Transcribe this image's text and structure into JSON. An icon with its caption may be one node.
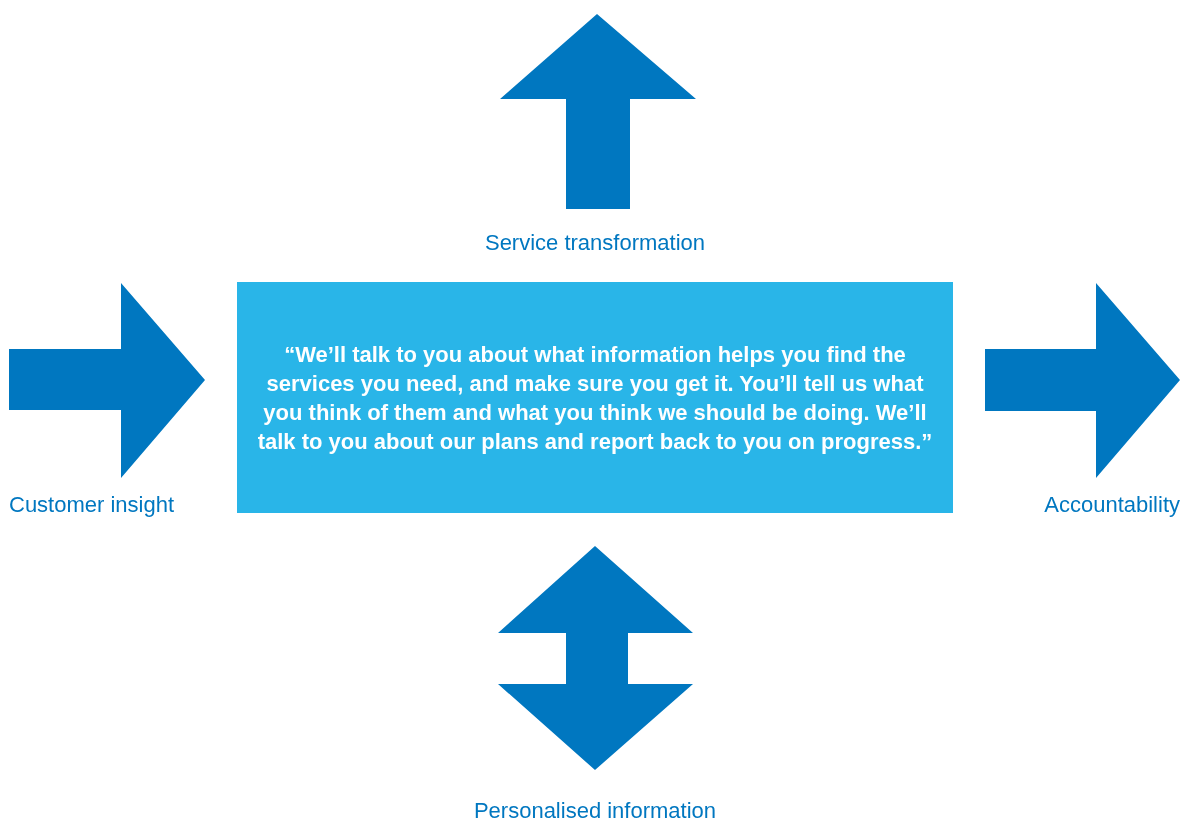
{
  "diagram": {
    "nodes": [
      {
        "text": [
          "“We’ll talk to you about what information helps you find the services you need, and make sure you get it. You’ll tell us what you think of them and what you think we should be doing. We’ll talk to you about our plans and report back to you on progress.”"
        ]
      }
    ],
    "labels": [
      "Service transformation",
      "Customer insight",
      "Accountability",
      "Personalised information"
    ]
  }
}
